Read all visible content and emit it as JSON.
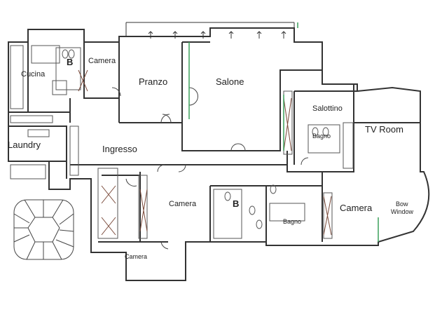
{
  "rooms": {
    "cucina": "Cucina",
    "camera_top": "Camera",
    "pranzo": "Pranzo",
    "salone": "Salone",
    "salottino": "Salottino",
    "tv_room": "TV Room",
    "bagno_right": "Bagno",
    "laundry": "Laundry",
    "ingresso": "Ingresso",
    "camera_center": "Camera",
    "camera_right": "Camera",
    "bow_window_line1": "Bow",
    "bow_window_line2": "Window",
    "bagno_center": "Bagno",
    "camera_bottom": "Camera",
    "b_top": "B",
    "b_center": "B"
  },
  "colors": {
    "wall": "#333333",
    "fixture": "#555555",
    "hatch": "#7a4a3a",
    "accent_green": "#3aa05a"
  }
}
